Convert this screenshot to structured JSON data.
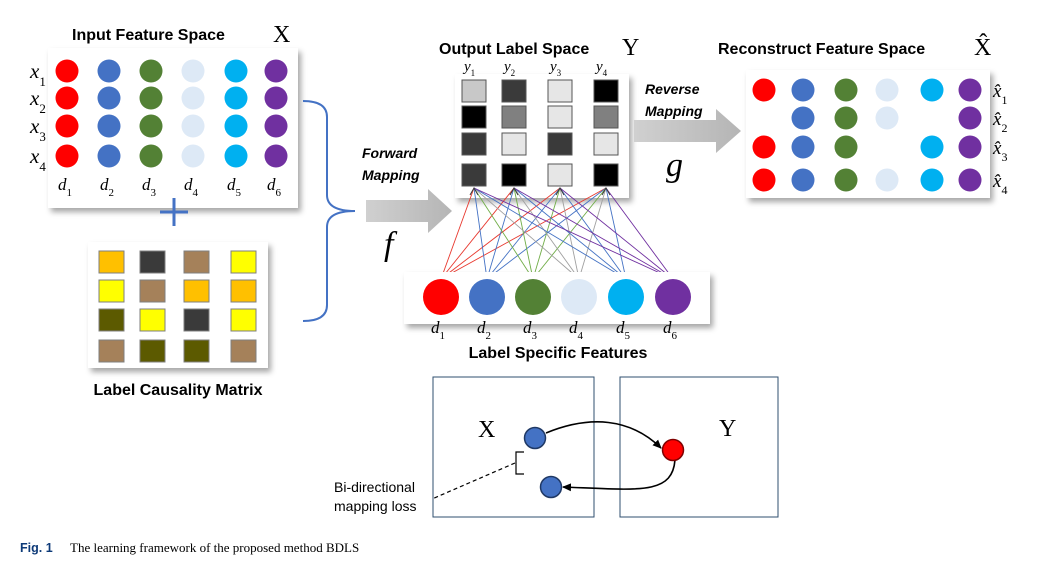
{
  "input_space": {
    "title": "Input Feature Space",
    "symbol": "X",
    "row_labels": [
      "x1",
      "x2",
      "x3",
      "x4"
    ],
    "col_labels": [
      "d1",
      "d2",
      "d3",
      "d4",
      "d5",
      "d6"
    ]
  },
  "feature_colors": [
    "#ff0000",
    "#4472c4",
    "#538135",
    "#dde9f6",
    "#00b0f0",
    "#7030a0"
  ],
  "plus_sign": "+",
  "causality": {
    "title": "Label Causality Matrix",
    "colors": [
      [
        "#ffc000",
        "#3a3a3a",
        "#a5815a",
        "#ffff00"
      ],
      [
        "#ffff00",
        "#a5815a",
        "#ffc000",
        "#ffc000"
      ],
      [
        "#5c5a00",
        "#ffff00",
        "#3a3a3a",
        "#ffff00"
      ],
      [
        "#a5815a",
        "#5c5a00",
        "#5c5a00",
        "#a5815a"
      ]
    ]
  },
  "output_space": {
    "title": "Output Label Space",
    "symbol": "Y",
    "col_labels": [
      "y1",
      "y2",
      "y3",
      "y4"
    ],
    "colors": [
      [
        "#c8c8c8",
        "#3a3a3a",
        "#e6e6e6",
        "#000000"
      ],
      [
        "#000000",
        "#808080",
        "#e6e6e6",
        "#808080"
      ],
      [
        "#3a3a3a",
        "#e6e6e6",
        "#3a3a3a",
        "#e6e6e6"
      ],
      [
        "#3a3a3a",
        "#000000",
        "#e6e6e6",
        "#000000"
      ]
    ]
  },
  "forward": {
    "label_line1": "Forward",
    "label_line2": "Mapping",
    "func": "f"
  },
  "reverse": {
    "label_line1": "Reverse",
    "label_line2": "Mapping",
    "func": "g"
  },
  "reconstruct": {
    "title": "Reconstruct Feature Space",
    "symbol": "X̂",
    "row_labels": [
      "x̂1",
      "x̂2",
      "x̂3",
      "x̂4"
    ],
    "present": [
      [
        1,
        1,
        1,
        1,
        1,
        1
      ],
      [
        0,
        1,
        1,
        1,
        0,
        1
      ],
      [
        1,
        1,
        1,
        0,
        1,
        1
      ],
      [
        1,
        1,
        1,
        1,
        1,
        1
      ]
    ]
  },
  "label_specific": {
    "title": "Label Specific Features",
    "col_labels": [
      "d1",
      "d2",
      "d3",
      "d4",
      "d5",
      "d6"
    ],
    "connection_colors": [
      "#e8392f",
      "#4472c4",
      "#70ad47",
      "#a0a0a0",
      "#4472c4",
      "#7030a0"
    ]
  },
  "bidir": {
    "x_label": "X",
    "y_label": "Y",
    "loss_line1": "Bi-directional",
    "loss_line2": "mapping loss"
  },
  "caption": {
    "prefix": "Fig. 1",
    "text": "The learning framework of the proposed method BDLS"
  }
}
